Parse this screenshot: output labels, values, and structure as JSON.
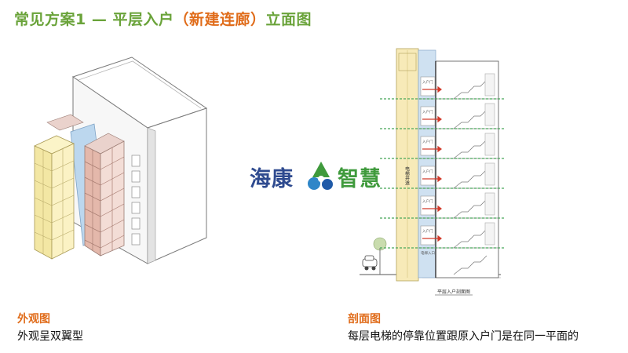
{
  "title": {
    "part1": "常见方案1 — 平层入户",
    "part2": "（新建连廊）",
    "part3": "立面图"
  },
  "left": {
    "heading": "外观图",
    "text": "外观呈双翼型"
  },
  "right": {
    "heading": "剖面图",
    "text": "每层电梯的停靠位置跟原入户门是在同一平面的",
    "shaft_label": "电梯井道",
    "door_label": "入户门",
    "hall_label": "电梯入口",
    "figure_caption": "平层入户剖面图"
  },
  "watermark": {
    "text_left": "海康",
    "text_right": "智慧"
  },
  "colors": {
    "green": "#6aa33a",
    "orange": "#e06c1a",
    "wm_blue": "#2e4a8f",
    "wm_green": "#3f9a3c"
  }
}
